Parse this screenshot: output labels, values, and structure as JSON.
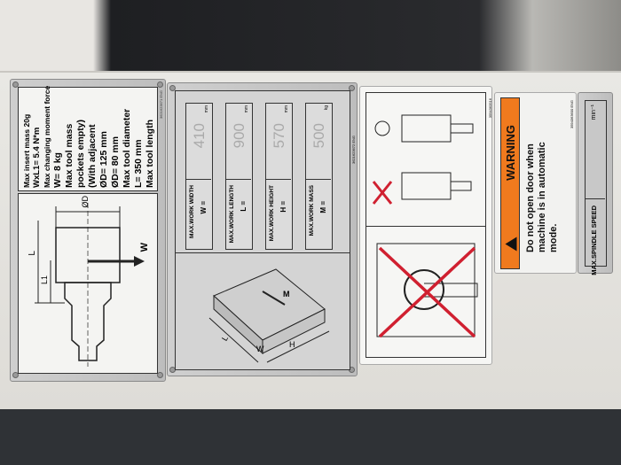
{
  "tool_label": {
    "lines": [
      "Max tool length",
      "L= 350 mm",
      "Max tool diameter",
      "ØD= 80 mm",
      "ØD= 125 mm",
      "(With adjacent",
      "pockets empty)",
      "Max tool mass",
      "W= 8 kg",
      "Max changing moment force",
      "WxL1= 5.4 N*m",
      "Max insert mass 20g"
    ],
    "code": "3621623671 ENG",
    "diagram_labels": {
      "diameter": "ØD",
      "length": "L",
      "l1": "L1",
      "weight": "W"
    }
  },
  "work_label": {
    "code": "3621623672 ENG",
    "items": [
      {
        "label": "MAX.WORK WIDTH",
        "symbol": "W =",
        "value": "410",
        "unit": "mm"
      },
      {
        "label": "MAX.WORK LENGTH",
        "symbol": "L =",
        "value": "900",
        "unit": "mm"
      },
      {
        "label": "MAX.WORK HEIGHT",
        "symbol": "H =",
        "value": "570",
        "unit": "mm"
      },
      {
        "label": "MAX.WORK MASS",
        "symbol": "M =",
        "value": "500",
        "unit": "kg"
      }
    ],
    "diagram_labels": {
      "w": "W",
      "l": "L",
      "h": "H",
      "m": "M"
    }
  },
  "pictogram_label": {
    "code": "3594363516"
  },
  "warning_label": {
    "title": "WARNING",
    "text": "Do not open door when machine is in automatic mode.",
    "code": "3594363600 ENG",
    "color": "#f07a1e"
  },
  "spindle_label": {
    "label": "MAX.SPINDLE SPEED",
    "unit": "min⁻¹"
  }
}
